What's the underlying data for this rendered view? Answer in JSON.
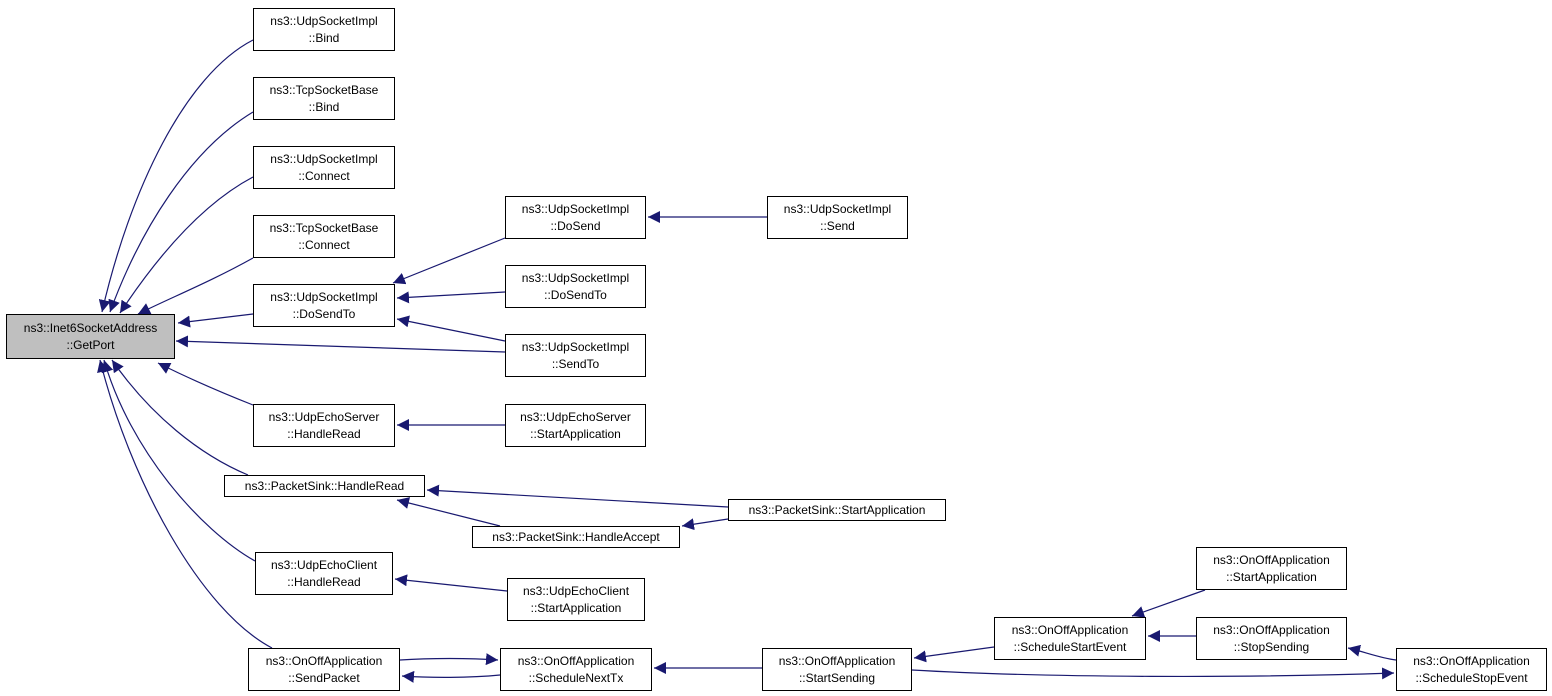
{
  "colors": {
    "edge": "#191970",
    "root_fill": "#bfbfbf",
    "node_fill": "#ffffff",
    "border": "#000000"
  },
  "nodes": [
    {
      "id": "gp",
      "name": "node-inet6-get-port",
      "root": true,
      "lines": [
        "ns3::Inet6SocketAddress",
        "::GetPort"
      ]
    },
    {
      "id": "ub",
      "name": "node-udpsocketimpl-bind",
      "lines": [
        "ns3::UdpSocketImpl",
        "::Bind"
      ]
    },
    {
      "id": "tb",
      "name": "node-tcpsocketbase-bind",
      "lines": [
        "ns3::TcpSocketBase",
        "::Bind"
      ]
    },
    {
      "id": "uc",
      "name": "node-udpsocketimpl-connect",
      "lines": [
        "ns3::UdpSocketImpl",
        "::Connect"
      ]
    },
    {
      "id": "tc",
      "name": "node-tcpsocketbase-connect",
      "lines": [
        "ns3::TcpSocketBase",
        "::Connect"
      ]
    },
    {
      "id": "udst",
      "name": "node-udpsocketimpl-dosendto",
      "lines": [
        "ns3::UdpSocketImpl",
        "::DoSendTo"
      ]
    },
    {
      "id": "ueh",
      "name": "node-udpechoserver-handleread",
      "lines": [
        "ns3::UdpEchoServer",
        "::HandleRead"
      ]
    },
    {
      "id": "pshr",
      "name": "node-packetsink-handleread",
      "lines": [
        "ns3::PacketSink::HandleRead"
      ]
    },
    {
      "id": "uech",
      "name": "node-udpechoclient-handleread",
      "lines": [
        "ns3::UdpEchoClient",
        "::HandleRead"
      ]
    },
    {
      "id": "oosp",
      "name": "node-onoffapplication-sendpacket",
      "lines": [
        "ns3::OnOffApplication",
        "::SendPacket"
      ]
    },
    {
      "id": "uds",
      "name": "node-udpsocketimpl-dosend",
      "lines": [
        "ns3::UdpSocketImpl",
        "::DoSend"
      ]
    },
    {
      "id": "udst2",
      "name": "node-udpsocketimpl-dosendto-2",
      "lines": [
        "ns3::UdpSocketImpl",
        "::DoSendTo"
      ]
    },
    {
      "id": "ust",
      "name": "node-udpsocketimpl-sendto",
      "lines": [
        "ns3::UdpSocketImpl",
        "::SendTo"
      ]
    },
    {
      "id": "uesa",
      "name": "node-udpechoserver-startapplication",
      "lines": [
        "ns3::UdpEchoServer",
        "::StartApplication"
      ]
    },
    {
      "id": "psha",
      "name": "node-packetsink-handleaccept",
      "lines": [
        "ns3::PacketSink::HandleAccept"
      ]
    },
    {
      "id": "uecsa",
      "name": "node-udpechoclient-startapplication",
      "lines": [
        "ns3::UdpEchoClient",
        "::StartApplication"
      ]
    },
    {
      "id": "oosnt",
      "name": "node-onoffapplication-schedulenexttx",
      "lines": [
        "ns3::OnOffApplication",
        "::ScheduleNextTx"
      ]
    },
    {
      "id": "us",
      "name": "node-udpsocketimpl-send",
      "lines": [
        "ns3::UdpSocketImpl",
        "::Send"
      ]
    },
    {
      "id": "pssa",
      "name": "node-packetsink-startapplication",
      "lines": [
        "ns3::PacketSink::StartApplication"
      ]
    },
    {
      "id": "ooss",
      "name": "node-onoffapplication-startsending",
      "lines": [
        "ns3::OnOffApplication",
        "::StartSending"
      ]
    },
    {
      "id": "oosse",
      "name": "node-onoffapplication-schedulestartevent",
      "lines": [
        "ns3::OnOffApplication",
        "::ScheduleStartEvent"
      ]
    },
    {
      "id": "oosa",
      "name": "node-onoffapplication-startapplication",
      "lines": [
        "ns3::OnOffApplication",
        "::StartApplication"
      ]
    },
    {
      "id": "oostop",
      "name": "node-onoffapplication-stopsending",
      "lines": [
        "ns3::OnOffApplication",
        "::StopSending"
      ]
    },
    {
      "id": "oosst",
      "name": "node-onoffapplication-schedulestopevent",
      "lines": [
        "ns3::OnOffApplication",
        "::ScheduleStopEvent"
      ]
    }
  ],
  "edges": [
    {
      "from": "ub",
      "to": "gp"
    },
    {
      "from": "tb",
      "to": "gp"
    },
    {
      "from": "uc",
      "to": "gp"
    },
    {
      "from": "tc",
      "to": "gp"
    },
    {
      "from": "udst",
      "to": "gp"
    },
    {
      "from": "ust",
      "to": "gp"
    },
    {
      "from": "ueh",
      "to": "gp"
    },
    {
      "from": "pshr",
      "to": "gp"
    },
    {
      "from": "uech",
      "to": "gp"
    },
    {
      "from": "oosp",
      "to": "gp"
    },
    {
      "from": "uds",
      "to": "udst"
    },
    {
      "from": "udst2",
      "to": "udst"
    },
    {
      "from": "ust",
      "to": "udst"
    },
    {
      "from": "us",
      "to": "uds"
    },
    {
      "from": "uesa",
      "to": "ueh"
    },
    {
      "from": "pssa",
      "to": "pshr"
    },
    {
      "from": "psha",
      "to": "pshr"
    },
    {
      "from": "pssa",
      "to": "psha"
    },
    {
      "from": "uecsa",
      "to": "uech"
    },
    {
      "from": "oosnt",
      "to": "oosp"
    },
    {
      "from": "oosp",
      "to": "oosnt"
    },
    {
      "from": "ooss",
      "to": "oosnt"
    },
    {
      "from": "oosse",
      "to": "ooss"
    },
    {
      "from": "oosa",
      "to": "oosse"
    },
    {
      "from": "oostop",
      "to": "oosse"
    },
    {
      "from": "oosst",
      "to": "oostop"
    },
    {
      "from": "ooss",
      "to": "oosst"
    }
  ]
}
